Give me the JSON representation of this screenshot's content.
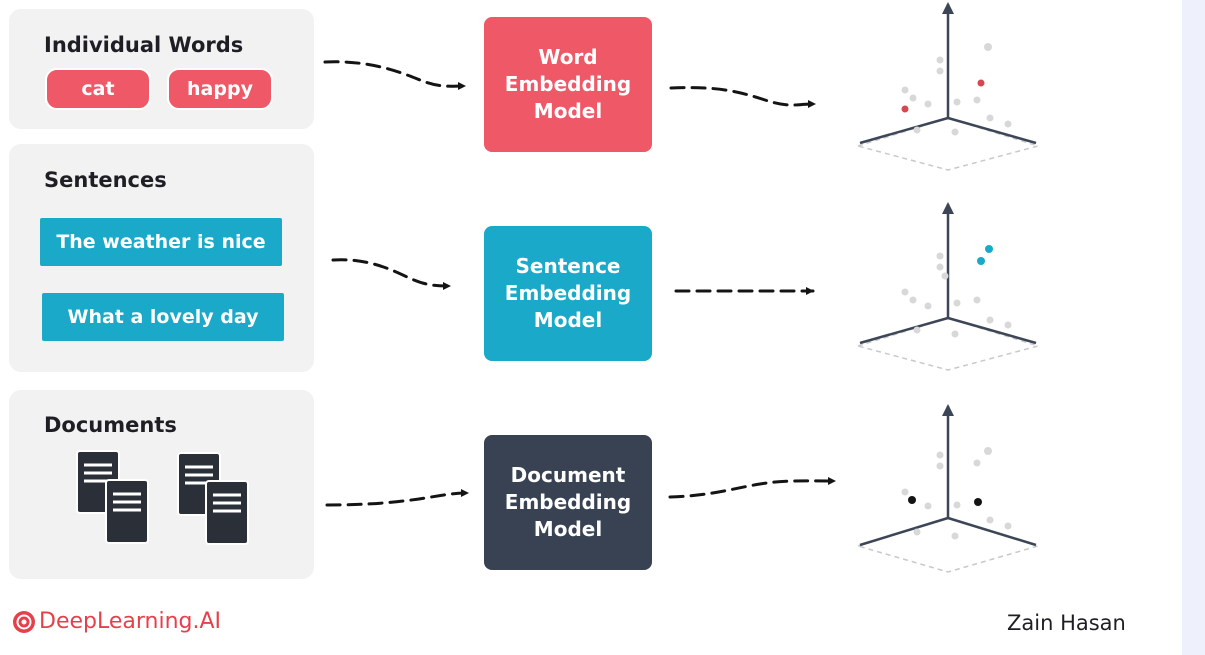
{
  "panels": {
    "words": {
      "title": "Individual Words",
      "items": [
        "cat",
        "happy"
      ]
    },
    "sentences": {
      "title": "Sentences",
      "items": [
        "The weather is nice",
        "What a lovely day"
      ]
    },
    "documents": {
      "title": "Documents"
    }
  },
  "models": {
    "word": "Word\nEmbedding\nModel",
    "sentence": "Sentence\nEmbedding\nModel",
    "document": "Document\nEmbedding\nModel"
  },
  "colors": {
    "word": "#ee5867",
    "sentence": "#1aa9c9",
    "document": "#384252",
    "panel_bg": "#f2f2f2",
    "axis": "#3d4656",
    "arrow": "#141414",
    "logo": "#e5414b"
  },
  "icons": [
    "document-icon",
    "arrow-right-icon",
    "3d-axes-icon",
    "deeplearning-logo-icon"
  ],
  "footer": {
    "logo_text": "DeepLearning.AI",
    "author": "Zain Hasan"
  }
}
